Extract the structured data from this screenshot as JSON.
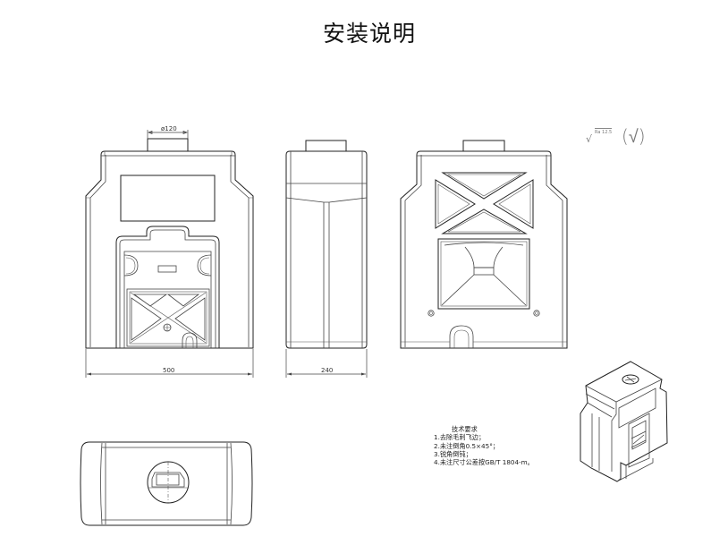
{
  "title": "安装说明",
  "views": {
    "front": {
      "name": "front-view",
      "dimension_width": "500",
      "dimension_port": "ø120"
    },
    "side": {
      "name": "side-view",
      "dimension_width": "240"
    },
    "rear": {
      "name": "rear-view"
    },
    "top": {
      "name": "top-view"
    },
    "isometric": {
      "name": "isometric-view"
    }
  },
  "roughness": {
    "symbol": "√",
    "label": "Ra 12.5",
    "bracket": "(√)"
  },
  "technical_requirements": {
    "heading": "技术要求",
    "items": [
      "1.去除毛刺飞边；",
      "2.未注倒角0.5×45°；",
      "3.锐角倒钝；",
      "4.未注尺寸公差按GB/T 1804-m。"
    ]
  }
}
